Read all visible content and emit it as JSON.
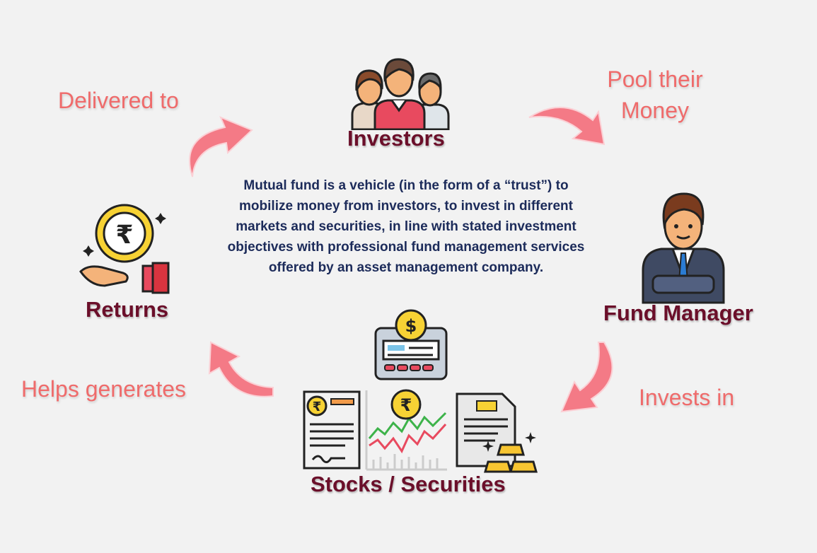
{
  "nodes": {
    "investors": "Investors",
    "fund_manager": "Fund Manager",
    "stocks": "Stocks / Securities",
    "returns": "Returns"
  },
  "flows": {
    "pool_line1": "Pool their",
    "pool_line2": "Money",
    "invests_in": "Invests in",
    "helps_generates": "Helps generates",
    "delivered_to": "Delivered to"
  },
  "description": "Mutual fund is a vehicle (in the form of a “trust”) to mobilize money from investors, to invest in different markets and securities, in line with stated investment objectives with professional fund management services offered by an asset management company.",
  "icons": {
    "investors": "group-of-people-icon",
    "fund_manager": "businessman-icon",
    "stocks": "securities-icons",
    "returns": "hand-with-rupee-coin-icon"
  },
  "colors": {
    "node_label": "#6b0f2a",
    "flow_label": "#ef6b6b",
    "description": "#1c2b5a",
    "arrow": "#f47a86"
  },
  "currency_symbol": "₹",
  "dollar_symbol": "$"
}
